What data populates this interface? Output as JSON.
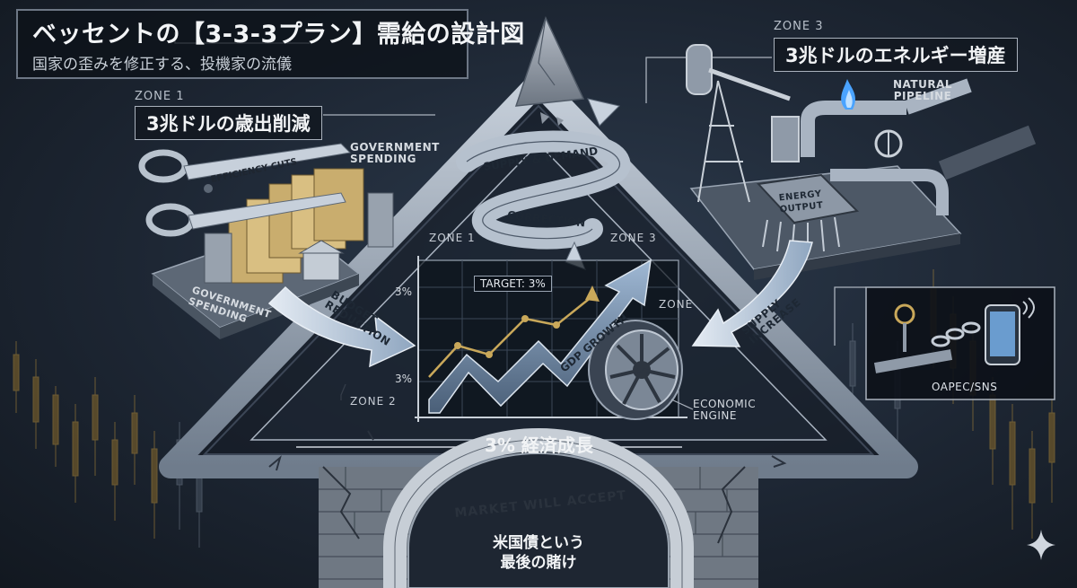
{
  "header": {
    "title": "ベッセントの【3-3-3プラン】需給の設計図",
    "subtitle": "国家の歪みを修正する、投機家の流儀"
  },
  "zone1": {
    "tag": "ZONE 1",
    "title": "3兆ドルの歳出削減",
    "scissors_label": "EFFICIENCY CUTS",
    "gov_spending_top": "GOVERNMENT\nSPENDING",
    "gov_spending_bottom": "GOVERNMENT\nSPENDING",
    "arrow_label": "BUDGET\nREDUCTION"
  },
  "zone3": {
    "tag": "ZONE 3",
    "title": "3兆ドルのエネルギー増産",
    "pipeline_label": "NATURAL\nPIPELINE",
    "energy_output": "ENERGY\nOUTPUT",
    "arrow_label": "SUPPLY\nINCREASE",
    "inset_label": "OAPEC/SNS"
  },
  "center": {
    "spiral_top": "SUPPLY & DEMAND",
    "spiral_bottom": "CORRECTION",
    "inner_zone1": "ZONE 1",
    "inner_zone3": "ZONE 3",
    "inner_zone2": "ZONE 2",
    "inner_zone": "ZONE",
    "target": "TARGET: 3%",
    "axis_top": "3%",
    "axis_bottom": "3%",
    "gdp_label": "GDP GROWTH",
    "engine_label": "ECONOMIC\nENGINE",
    "growth_title": "3% 経済成長"
  },
  "foundation": {
    "arch_text": "MARKET WILL ACCEPT",
    "line1": "米国債という",
    "line2": "最後の賭け"
  },
  "colors": {
    "background": "#1b2330",
    "steel": "#a9b4c2",
    "arrow": "#c4d4e6",
    "chart_gold": "#c9a85a",
    "flame": "#4aa3ff"
  }
}
